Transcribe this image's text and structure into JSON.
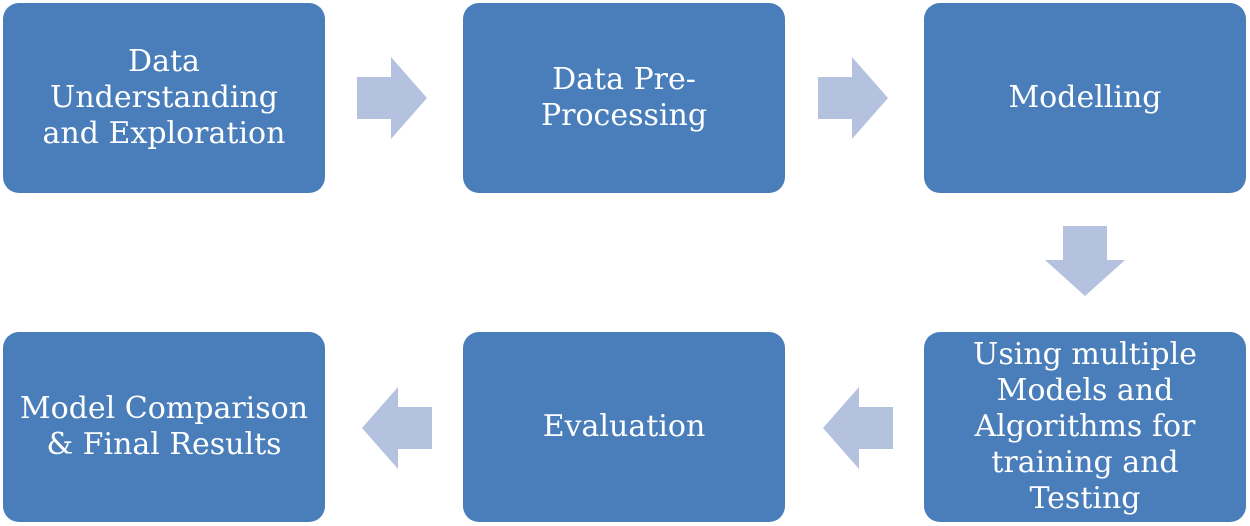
{
  "diagram": {
    "colors": {
      "box_fill": "#4a7ebb",
      "box_text": "#ffffff",
      "arrow_fill": "#b4c2e0",
      "background": "#ffffff"
    },
    "steps": [
      {
        "label": "Data Understanding\nand Exploration"
      },
      {
        "label": "Data Pre-Processing"
      },
      {
        "label": "Modelling"
      },
      {
        "label": "Using multiple\nModels and\nAlgorithms for\ntraining and Testing"
      },
      {
        "label": "Evaluation"
      },
      {
        "label": "Model Comparison\n& Final Results"
      }
    ],
    "arrows": [
      {
        "direction": "right"
      },
      {
        "direction": "right"
      },
      {
        "direction": "down"
      },
      {
        "direction": "left"
      },
      {
        "direction": "left"
      }
    ]
  }
}
